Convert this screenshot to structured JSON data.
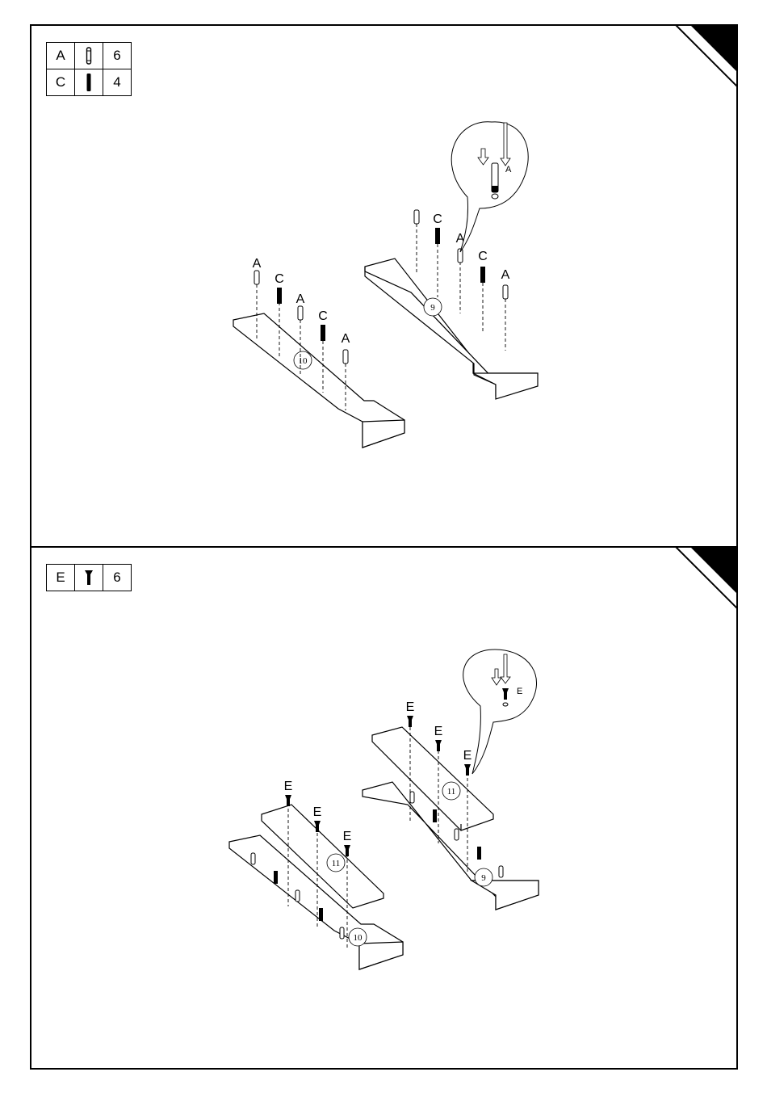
{
  "step_top": {
    "parts": [
      {
        "letter": "A",
        "icon": "dowel-pin-icon",
        "qty": "6"
      },
      {
        "letter": "C",
        "icon": "cam-bolt-icon",
        "qty": "4"
      }
    ],
    "callout_label": "A",
    "board_labels": {
      "rear": "9",
      "front": "10"
    },
    "fastener_labels": {
      "a": "A",
      "c": "C"
    }
  },
  "step_bottom": {
    "parts": [
      {
        "letter": "E",
        "icon": "screw-icon",
        "qty": "6"
      }
    ],
    "callout_label": "E",
    "board_labels": {
      "rear_top": "11",
      "rear_base": "9",
      "front_top": "11",
      "front_base": "10"
    },
    "fastener_label": "E"
  }
}
